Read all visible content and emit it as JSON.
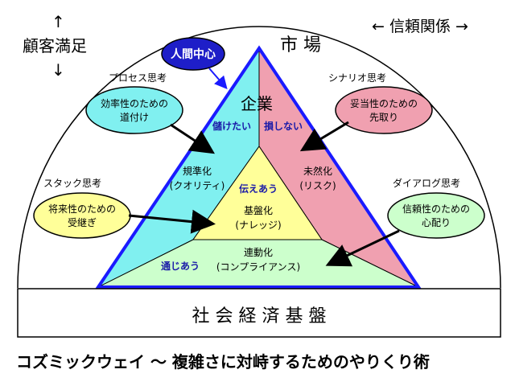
{
  "market_label": "市 場",
  "trust_relation": {
    "left_arrow": "←",
    "label": "信頼関係",
    "right_arrow": "→"
  },
  "customer_satisfaction": {
    "up_arrow": "↑",
    "label": "顧客満足",
    "down_arrow": "↓"
  },
  "human_centered": "人間中心",
  "enterprise": "企業",
  "profit_want": "儲けたい",
  "no_loss": "損しない",
  "convey": "伝えあう",
  "connect": "通じあう",
  "process_thinking": "プロセス思考",
  "scenario_thinking": "シナリオ思考",
  "stack_thinking": "スタック思考",
  "dialogue_thinking": "ダイアログ思考",
  "bubbles": {
    "efficiency": [
      "効率性のための",
      "道付け"
    ],
    "validity": [
      "妥当性のための",
      "先取り"
    ],
    "future": [
      "将来性のための",
      "受継ぎ"
    ],
    "trust": [
      "信頼性のための",
      "心配り"
    ]
  },
  "sections": {
    "standardization": [
      "規準化",
      "(クオリティ)"
    ],
    "prevention": [
      "未然化",
      "(リスク)"
    ],
    "foundation": [
      "基盤化",
      "(ナレッジ)"
    ],
    "coordination": [
      "連動化",
      "(コンプライアンス)"
    ]
  },
  "base_label": "社 会 経 済 基 盤",
  "footer_title": "コズミックウェイ ～ 複雑さに対峙するためのやりくり術",
  "colors": {
    "left_cyan": "#80f0f0",
    "right_pink": "#f0a0b0",
    "center_yellow": "#ffff99",
    "bottom_green": "#ccffcc",
    "triangle_blue": "#1a1aff",
    "human_fill": "#1e1ec8"
  }
}
